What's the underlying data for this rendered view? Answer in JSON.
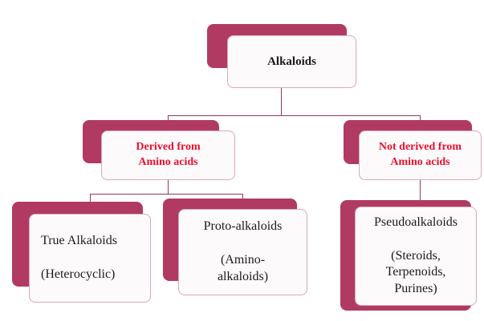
{
  "colors": {
    "accent": "#b13a63",
    "border": "#d9a8bd",
    "fill": "#fdfafc",
    "red_text": "#e8112d",
    "connector": "#8e3a5b"
  },
  "nodes": {
    "root": {
      "label": "Alkaloids"
    },
    "derived": {
      "label": "Derived from\nAmino acids"
    },
    "not_derived": {
      "label": "Not derived from\nAmino acids"
    },
    "true_alkaloids": {
      "label": "True Alkaloids\n\n(Heterocyclic)"
    },
    "proto_alkaloids": {
      "label": "Proto-alkaloids\n\n(Amino-\nalkaloids)"
    },
    "pseudo_alkaloids": {
      "label": "Pseudoalkaloids\n\n(Steroids,\nTerpenoids,\nPurines)"
    }
  }
}
